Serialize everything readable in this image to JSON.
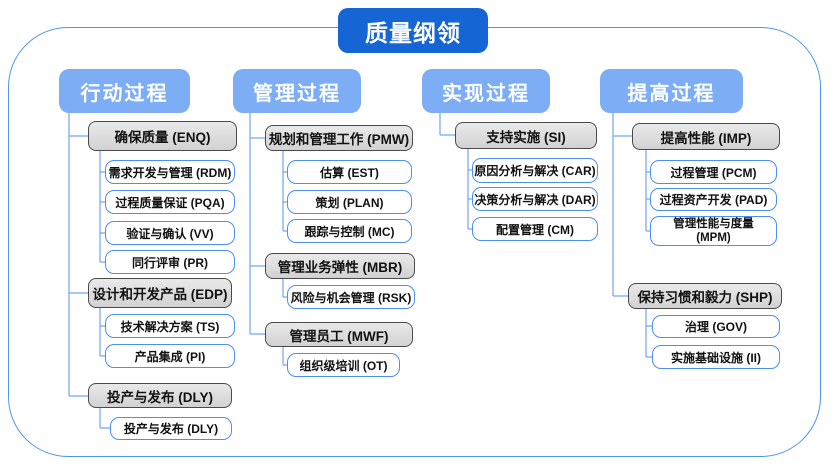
{
  "title": "质量纲领",
  "columns": [
    {
      "label": "行动过程",
      "groups": [
        {
          "label": "确保质量 (ENQ)",
          "children": [
            "需求开发与管理 (RDM)",
            "过程质量保证 (PQA)",
            "验证与确认 (VV)",
            "同行评审 (PR)"
          ]
        },
        {
          "label": "设计和开发产品 (EDP)",
          "children": [
            "技术解决方案 (TS)",
            "产品集成 (PI)"
          ]
        },
        {
          "label": "投产与发布 (DLY)",
          "children": [
            "投产与发布 (DLY)"
          ]
        }
      ]
    },
    {
      "label": "管理过程",
      "groups": [
        {
          "label": "规划和管理工作 (PMW)",
          "children": [
            "估算 (EST)",
            "策划 (PLAN)",
            "跟踪与控制 (MC)"
          ]
        },
        {
          "label": "管理业务弹性 (MBR)",
          "children": [
            "风险与机会管理 (RSK)"
          ]
        },
        {
          "label": "管理员工 (MWF)",
          "children": [
            "组织级培训 (OT)"
          ]
        }
      ]
    },
    {
      "label": "实现过程",
      "groups": [
        {
          "label": "支持实施 (SI)",
          "children": [
            "原因分析与解决 (CAR)",
            "决策分析与解决 (DAR)",
            "配置管理 (CM)"
          ]
        }
      ]
    },
    {
      "label": "提高过程",
      "groups": [
        {
          "label": "提高性能 (IMP)",
          "children": [
            "过程管理 (PCM)",
            "过程资产开发 (PAD)",
            "管理性能与度量 (MPM)"
          ]
        },
        {
          "label": "保持习惯和毅力 (SHP)",
          "children": [
            "治理 (GOV)",
            "实施基础设施 (II)"
          ]
        }
      ]
    }
  ],
  "colors": {
    "title_bg": "#1565d4",
    "header_bg": "#7daef5",
    "group_fill": "#dcdcdc",
    "group_border": "#4a4a4a",
    "leaf_border": "#4c8ef2",
    "connector": "#73a5f1",
    "frame_border": "#4f94f0",
    "text": "#111111"
  }
}
